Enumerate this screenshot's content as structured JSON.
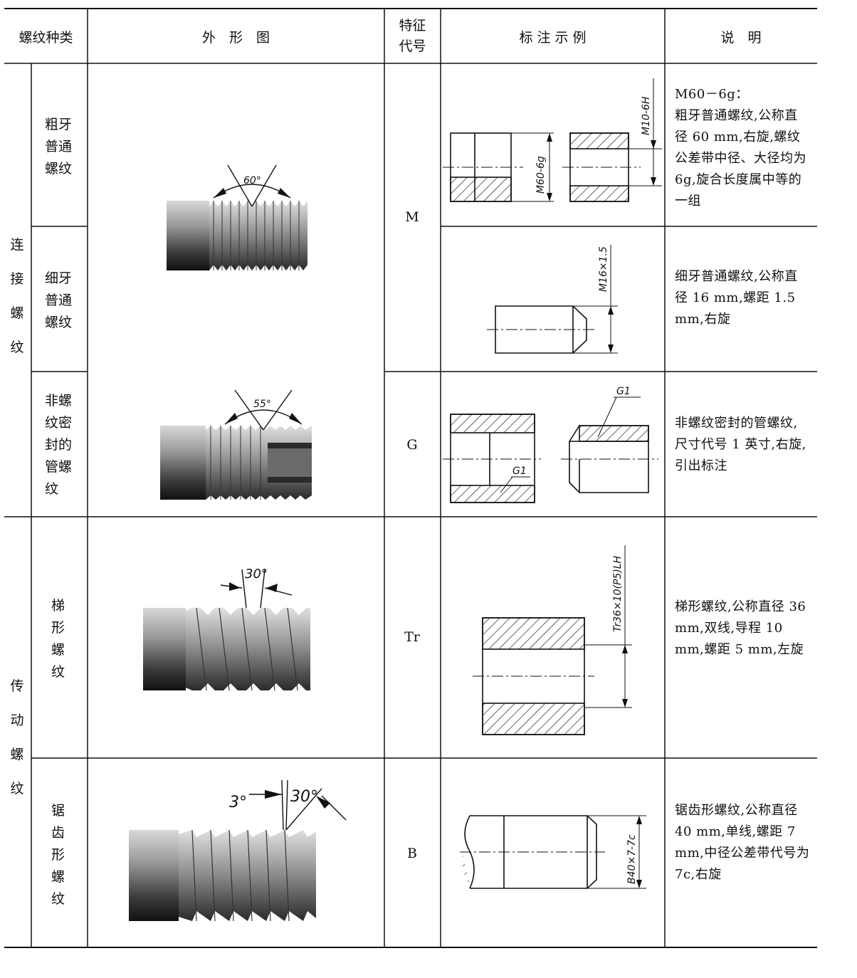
{
  "headers": {
    "type": "螺纹种类",
    "shape": "外　形　图",
    "code": "特征\n代号",
    "example": "标 注 示 例",
    "note": "说　明"
  },
  "groups": {
    "connection": "连\n接\n螺\n纹",
    "transmission": "传\n动\n螺\n纹"
  },
  "rows": [
    {
      "name": "粗牙\n普通\n螺纹",
      "desc": "M60－6g：\n粗牙普通螺纹,公称直径 60 mm,右旋,螺纹公差带中径、大径均为 6g,旋合长度属中等的一组"
    },
    {
      "name": "细牙\n普通\n螺纹",
      "desc": "细牙普通螺纹,公称直径 16 mm,螺距 1.5 mm,右旋"
    },
    {
      "name": "非螺\n纹密\n封的\n管螺\n纹",
      "desc": "非螺纹密封的管螺纹,尺寸代号 1 英寸,右旋,引出标注"
    },
    {
      "name": "梯\n形\n螺\n纹",
      "desc": "梯形螺纹,公称直径 36 mm,双线,导程 10 mm,螺距 5 mm,左旋"
    },
    {
      "name": "锯\n齿\n形\n螺\n纹",
      "desc": "锯齿形螺纹,公称直径 40 mm,单线,螺距 7 mm,中径公差带代号为 7c,右旋"
    }
  ],
  "codes": {
    "m": "M",
    "g": "G",
    "tr": "Tr",
    "b": "B"
  },
  "annotations": {
    "m60": "M60-6g",
    "m10": "M10-6H",
    "m16": "M16×1.5",
    "g1a": "G1",
    "g1b": "G1",
    "tr": "Tr36×10(P5)LH",
    "b40": "B40×7-7c",
    "ang60": "60°",
    "ang55": "55°",
    "ang30": "30°",
    "ang3": "3°",
    "ang30b": "30°"
  }
}
